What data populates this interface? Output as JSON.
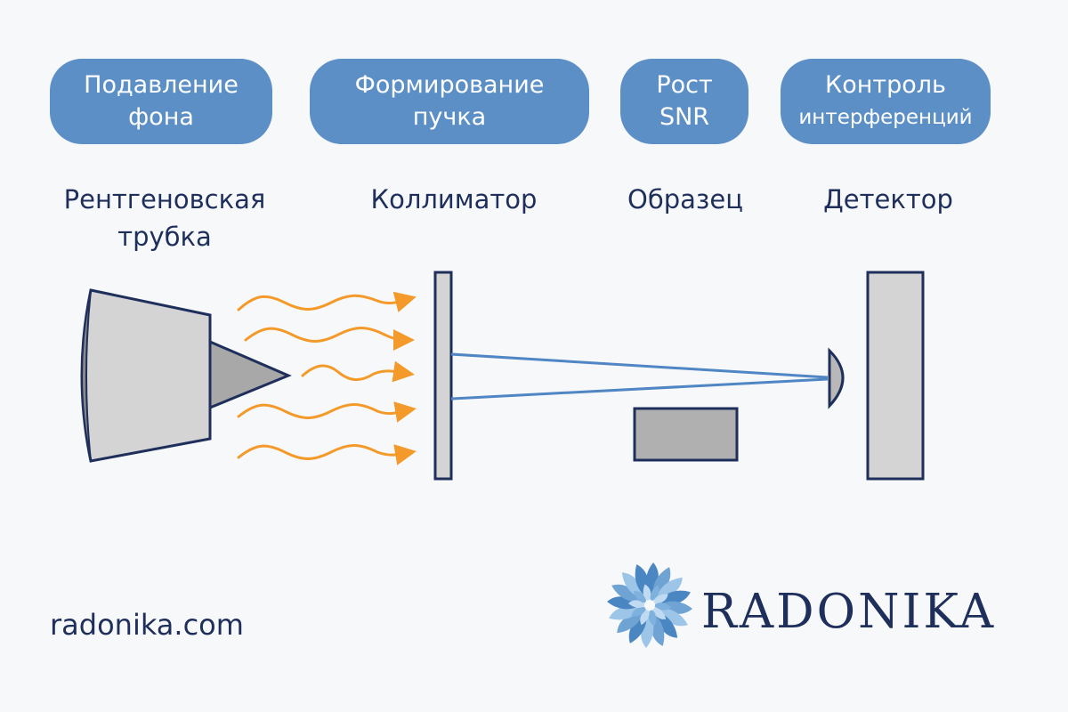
{
  "pills": [
    {
      "line1": "Подавление",
      "line2": "фона"
    },
    {
      "line1": "Формирование",
      "line2": "пучка"
    },
    {
      "line1": "Рост",
      "line2": "SNR"
    },
    {
      "line1": "Контроль",
      "line2": "интерференций"
    }
  ],
  "labels": {
    "tube_line1": "Рентгеновская",
    "tube_line2": "трубка",
    "collimator": "Коллиматор",
    "sample": "Образец",
    "detector": "Детектор"
  },
  "footer": {
    "website": "radonika.com",
    "brand": "RADONIKA"
  },
  "colors": {
    "pill_fill": "#5b8fc6",
    "outline": "#1f2f5c",
    "component_fill": "#d4d4d4",
    "wave": "#f39a2b",
    "beam": "#4f86c3"
  }
}
